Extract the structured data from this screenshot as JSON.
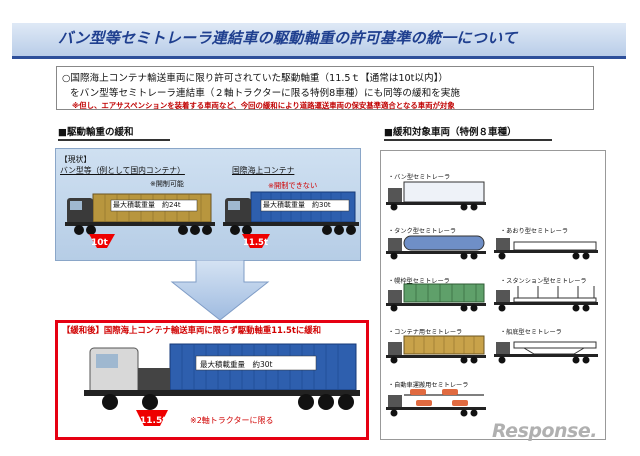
{
  "title": "バン型等セミトレーラ連結車の駆動軸重の許可基準の統一について",
  "intro": {
    "line1": "○国際海上コンテナ輸送車両に限り許可されていた駆動軸重（11.5ｔ【通常は10t以内】）",
    "line2": "をバン型等セミトレーラ連結車（２軸トラクターに限る特例8車種）にも同等の緩和を実施",
    "note": "※但し、エアサスペンションを装着する車両など、今回の緩和により道路運送車両の保安基準適合となる車両が対象"
  },
  "left_section": {
    "heading": "■駆動輸重の緩和",
    "current": {
      "tag": "【現状】",
      "van_label": "バン型等（例として国内コンテナ）",
      "van_note": "※開制可能",
      "van_cargo": "最大積載重量　約24t",
      "van_axle": "10t",
      "iso_label": "国際海上コンテナ",
      "iso_note": "※開制できない",
      "iso_cargo": "最大積載重量　約30t",
      "iso_axle": "11.5t"
    },
    "relaxed": {
      "title": "【緩和後】国際海上コンテナ輸送車両に限らず駆動軸重11.5tに緩和",
      "cargo": "最大積載重量　約30t",
      "axle": "11.5t",
      "note": "※2軸トラクターに限る"
    }
  },
  "right_section": {
    "heading": "■緩和対象車両（特例８車種）",
    "vehicles": [
      "・バン型セミトレーラ",
      "・タンク型セミトレーラ",
      "・あおり型セミトレーラ",
      "・幌枠型セミトレーラ",
      "・スタンション型セミトレーラ",
      "・コンテナ用セミトレーラ",
      "・船底型セミトレーラ",
      "・自動車運搬用セミトレーラ"
    ]
  },
  "watermark": "Response."
}
